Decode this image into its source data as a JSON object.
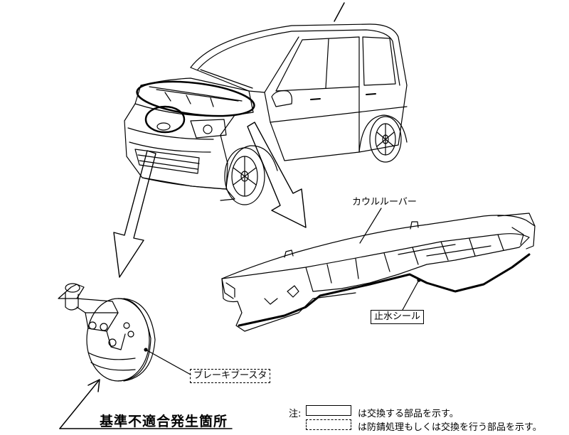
{
  "labels": {
    "cowl_louver": "カウルルーバー",
    "water_seal": "止水シール",
    "brake_booster": "ブレーキブースタ",
    "defect_location": "基準不適合発生箇所"
  },
  "legend": {
    "prefix": "注:",
    "solid_text": "は交換する部品を示す。",
    "dashed_text": "は防錆処理もしくは交換を行う部品を示す。"
  }
}
